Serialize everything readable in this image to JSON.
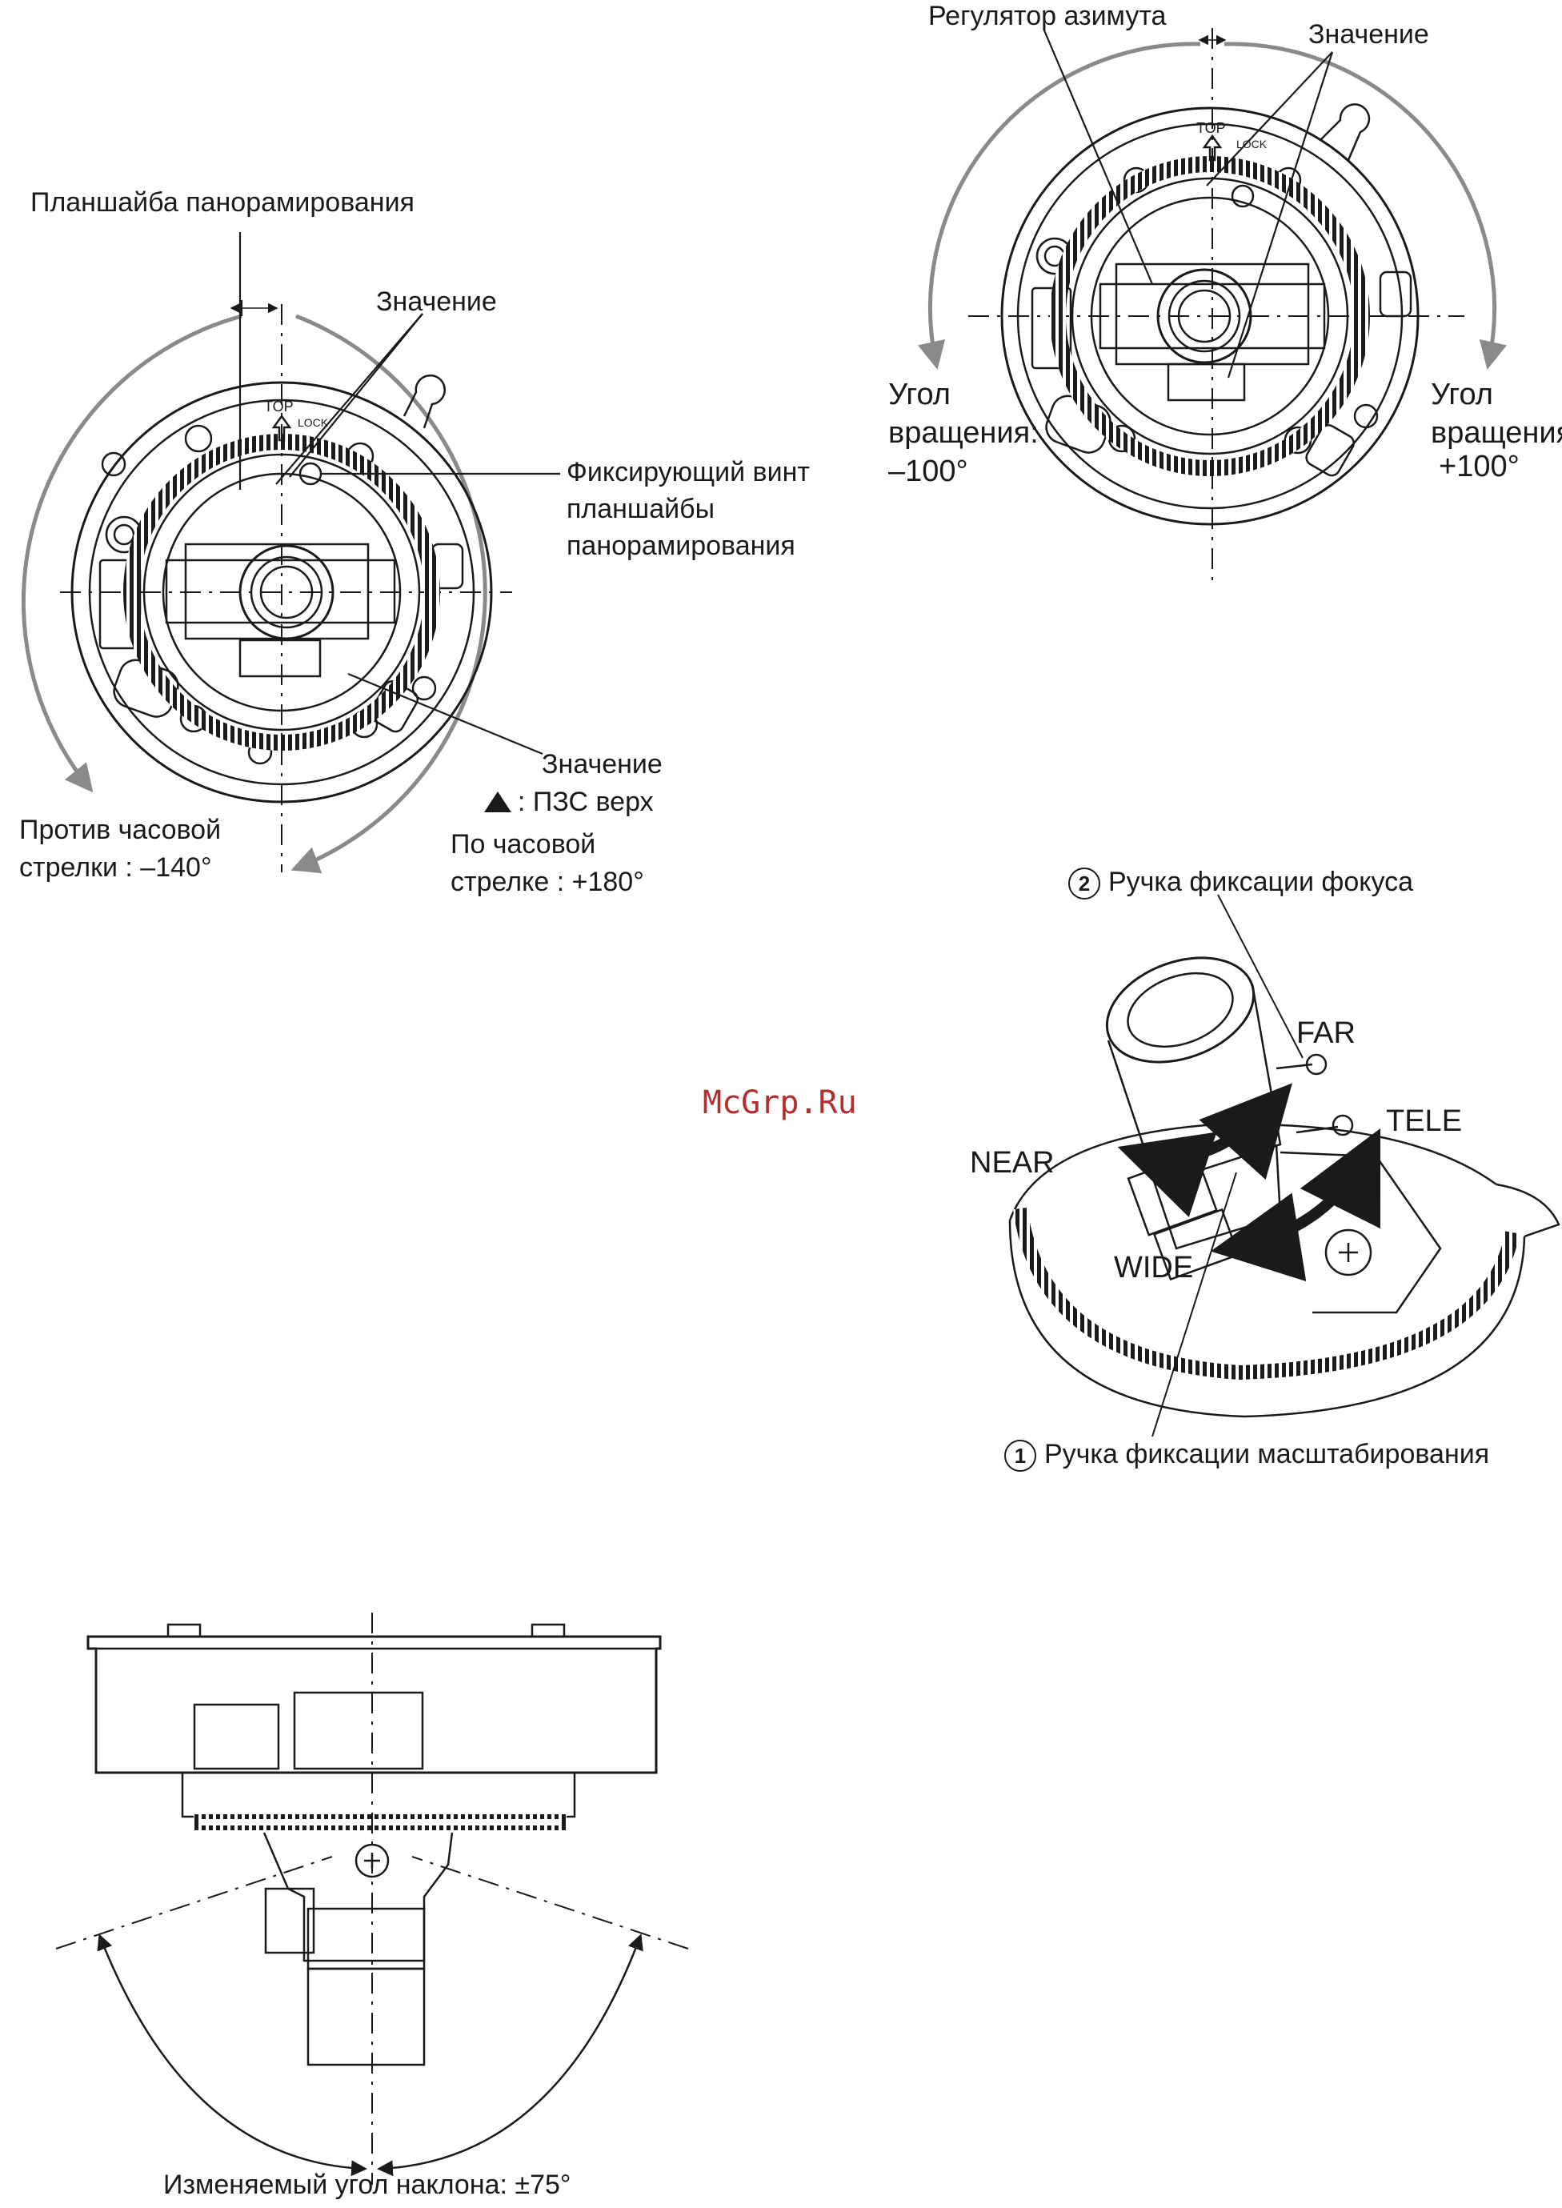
{
  "figures": {
    "pan": {
      "title": "Планшайба панорамирования",
      "mark_top": "Значение",
      "fix_screw": [
        "Фиксирующий винт",
        "планшайбы",
        "панорамирования"
      ],
      "mark_ccd": "Значение",
      "ccd_top": ": ПЗС верх",
      "ccw": [
        "Против часовой",
        "стрелки : –140°"
      ],
      "cw": [
        "По часовой",
        "стрелке : +180°"
      ],
      "top_text": "TOP",
      "lock_text": "LOCK"
    },
    "azimuth": {
      "regulator": "Регулятор азимута",
      "mark": "Значение",
      "left": [
        "Угол",
        "вращения:",
        "–100°"
      ],
      "right": [
        "Угол",
        "вращения:",
        "+100°"
      ],
      "top_text": "TOP",
      "lock_text": "LOCK"
    },
    "lens": {
      "focus_num": "2",
      "focus": "Ручка фиксации фокуса",
      "far": "FAR",
      "tele": "TELE",
      "near": "NEAR",
      "wide": "WIDE",
      "zoom_num": "1",
      "zoom": "Ручка фиксации масштабирования"
    },
    "tilt": {
      "caption": "Изменяемый угол наклона: ±75°"
    }
  },
  "watermark": "McGrp.Ru",
  "colors": {
    "ink": "#1a1a1a",
    "arrow_gray": "#8a8a8a",
    "watermark": "#b03030"
  }
}
